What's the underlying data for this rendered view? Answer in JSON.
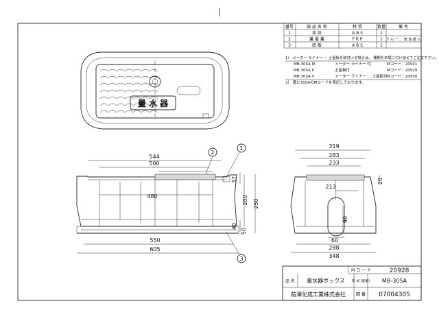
{
  "parts_table": {
    "headers": [
      "番号",
      "部 品 名 称",
      "材 質",
      "数量",
      "備 考"
    ],
    "rows": [
      [
        "1",
        "本 体",
        "A B S",
        "1",
        ""
      ],
      [
        "2",
        "蓋 番 蓋",
        "F R P",
        "1",
        "ブ ル ー 、 気 泡 紙 入"
      ],
      [
        "3",
        "底 板",
        "A B S",
        "1",
        ""
      ]
    ]
  },
  "notes": {
    "note1": "1） メーター ライナー ・ 土留板を取付ける場合は、 種類を末尾に付け加えてご注文下さい。",
    "variants": [
      {
        "model": "MB-30SA M",
        "desc": "メーター ライナー 付",
        "code": "Mコード：20931"
      },
      {
        "model": "MB-30SA P",
        "desc": "土留板付",
        "code": "Mコード：20929"
      },
      {
        "model": "MB-30SA V",
        "desc": "メーター ライナー 、 土留板付",
        "code": "Mコード：20930"
      }
    ],
    "note2": "2） 蓋に30SAのMコードを表記しております。"
  },
  "lid": {
    "label": "量 水 器"
  },
  "front_view": {
    "dims": {
      "d544": "544",
      "d500": "500",
      "d480": "480",
      "d550": "550",
      "d605": "605",
      "d37": "37",
      "d200": "200",
      "d250": "250",
      "d40": "40",
      "d50": "50"
    },
    "callouts": {
      "c1": "1",
      "c2": "2",
      "c3": "3"
    }
  },
  "side_view": {
    "dims": {
      "d319": "319",
      "d283": "283",
      "d233": "233",
      "d213": "213",
      "d20": "20",
      "d90": "90",
      "d60": "60",
      "d288": "288",
      "d348": "348"
    }
  },
  "title_block": {
    "mcode_label": "M コ ー ド",
    "mcode_value": "20928",
    "name_label": "品 名",
    "name_value": "量水器ボックス",
    "model_label": "形 式 (型番)",
    "model_value": "MB-30SA",
    "company": "前澤化成工業株式会社",
    "drawing_label": "図 番",
    "drawing_value": "07004305"
  }
}
